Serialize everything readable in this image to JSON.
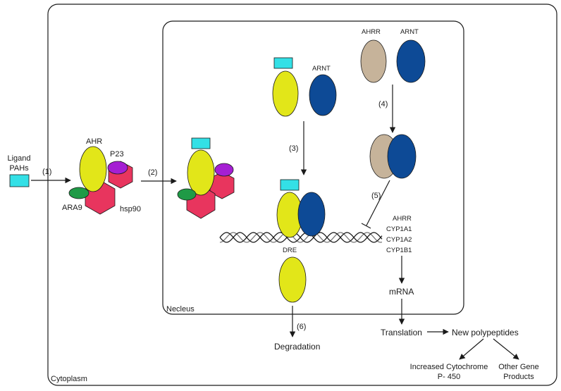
{
  "compartments": {
    "cytoplasm": "Cytoplasm",
    "nucleus": "Necleus"
  },
  "ligand": {
    "line1": "Ligand",
    "line2": "PAHs"
  },
  "proteins": {
    "ahr": "AHR",
    "p23": "P23",
    "ara9": "ARA9",
    "hsp90": "hsp90",
    "arnt_top": "ARNT",
    "ahrr_top": "AHRR",
    "arnt_right": "ARNT"
  },
  "steps": {
    "s1": "(1)",
    "s2": "(2)",
    "s3": "(3)",
    "s4": "(4)",
    "s5": "(5)",
    "s6": "(6)"
  },
  "dna_label": "DRE",
  "genes": [
    "AHRR",
    "CYP1A1",
    "CYP1A2",
    "CYP1B1"
  ],
  "flow": {
    "mrna": "mRNA",
    "translation": "Translation",
    "new_polypeptides": "New polypeptides",
    "degradation": "Degradation",
    "cyp_line1": "Increased Cytochrome",
    "cyp_line2": "P- 450",
    "other_line1": "Other Gene",
    "other_line2": "Products"
  },
  "colors": {
    "ahr": "#e2e619",
    "ligand": "#33e0e6",
    "p23": "#a51fd3",
    "ara9": "#1f9a46",
    "hsp90": "#e8355e",
    "arnt": "#0d4a96",
    "ahrr": "#c6b39a"
  }
}
